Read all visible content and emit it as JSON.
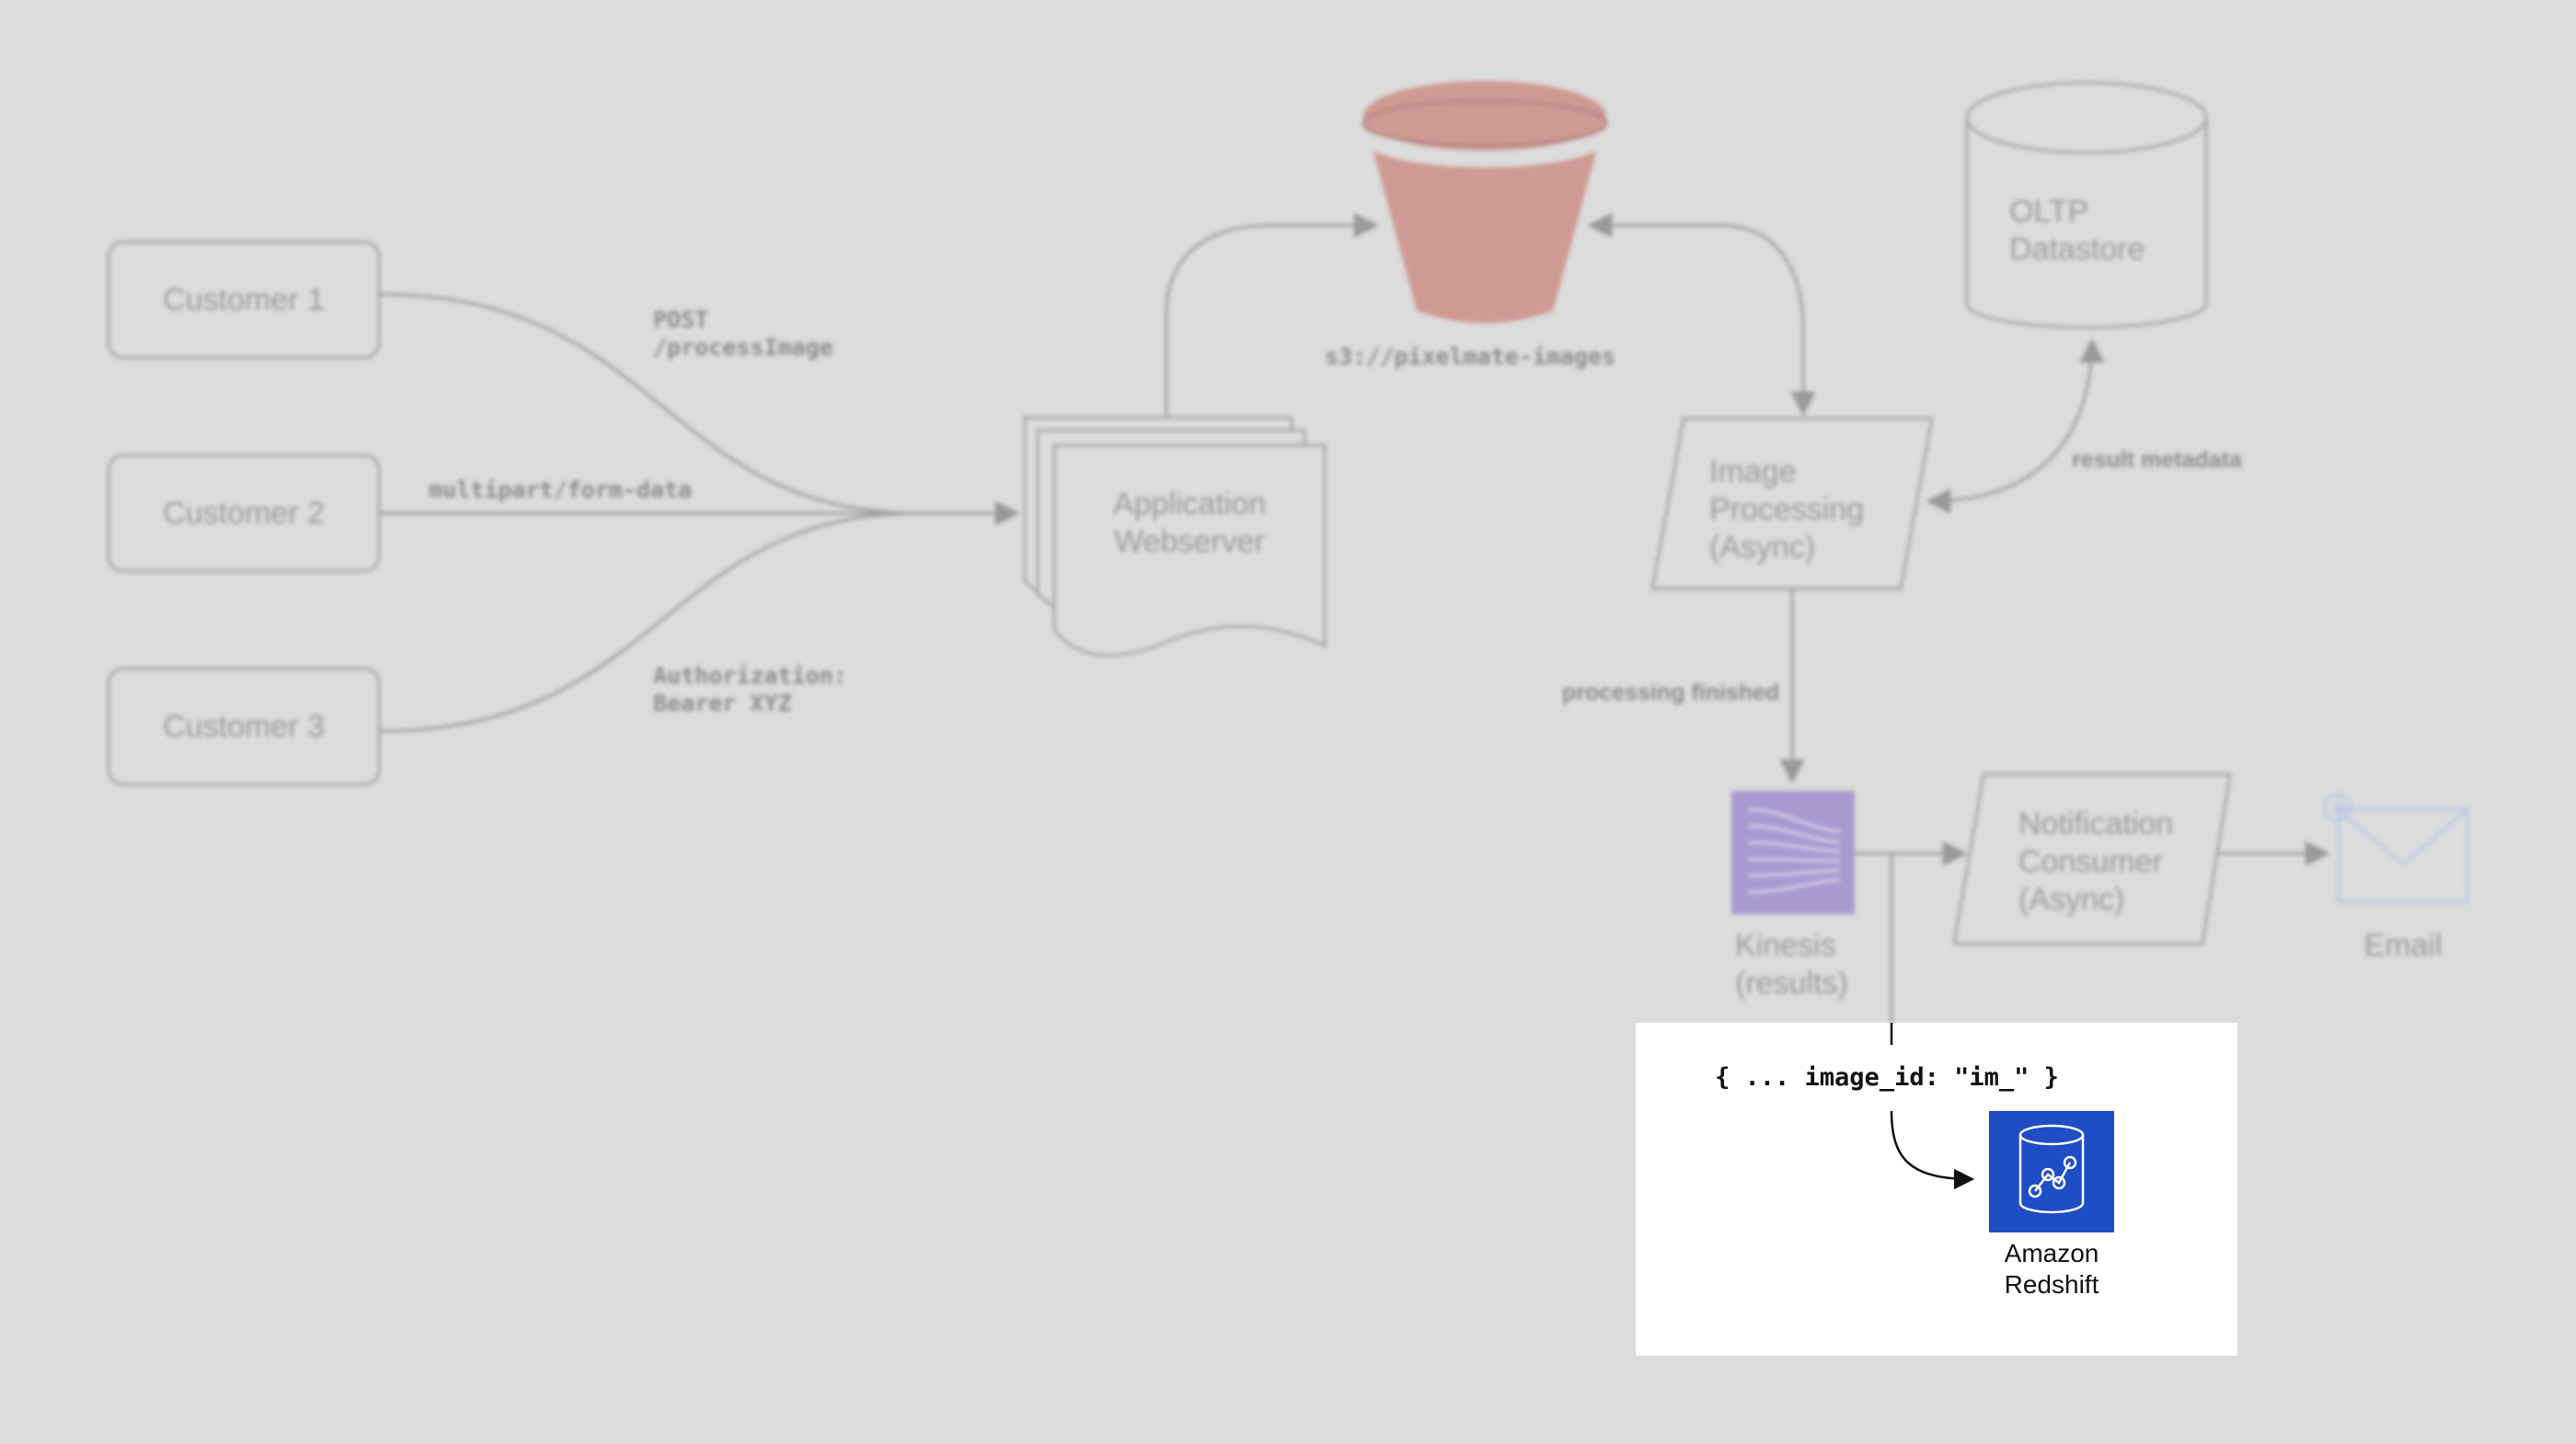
{
  "customers": [
    "Customer 1",
    "Customer 2",
    "Customer 3"
  ],
  "request_labels": {
    "post": "POST\n/processImage",
    "content_type": "multipart/form-data",
    "auth": "Authorization:\nBearer XYZ"
  },
  "webserver": "Application\nWebserver",
  "bucket": "s3://pixelmate-images",
  "oltp": "OLTP\nDatastore",
  "image_processing": "Image\nProcessing\n(Async)",
  "result_metadata": "result metadata",
  "processing_finished": "processing finished",
  "kinesis": "Kinesis\n(results)",
  "notification": "Notification\nConsumer\n(Async)",
  "email": "Email",
  "payload": "{ ... image_id: \"im_\" }",
  "redshift": "Amazon\nRedshift",
  "colors": {
    "background": "#dcdcdc",
    "muted_stroke": "#a6a6a6",
    "s3": "#cf9a93",
    "kinesis": "#a999cf",
    "email": "#b9c6e3",
    "redshift": "#1f4dc5",
    "focus_bg": "#ffffff"
  }
}
